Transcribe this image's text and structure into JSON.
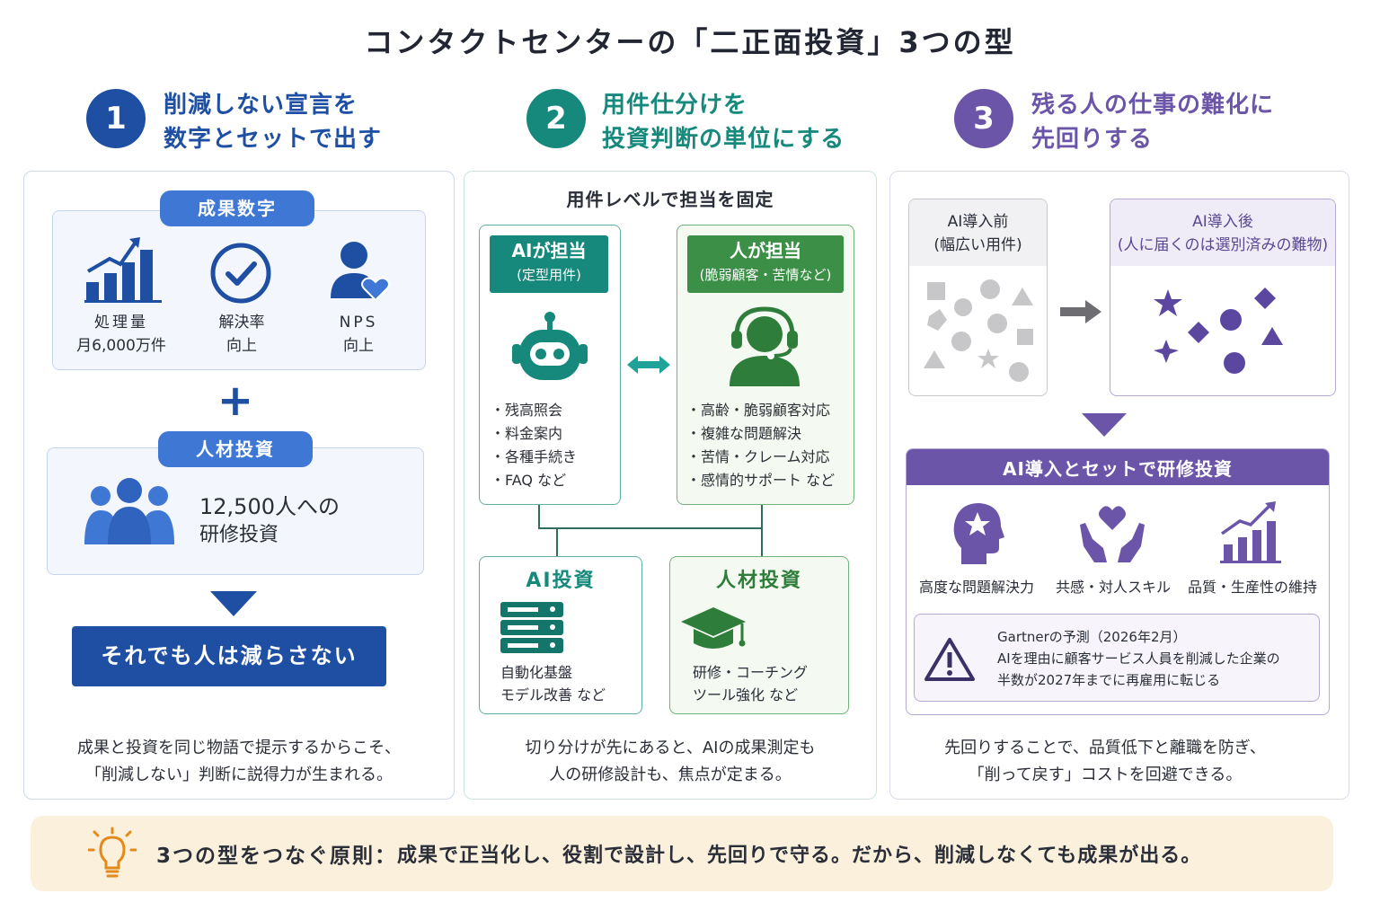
{
  "title": "コンタクトセンターの「二正面投資」3つの型",
  "col1": {
    "num": "1",
    "heading": [
      "削減しない宣言を",
      "数字とセットで出す"
    ],
    "results_label": "成果数字",
    "metrics": [
      {
        "l1": "処理量",
        "l2": "月6,000万件"
      },
      {
        "l1": "解決率",
        "l2": "向上"
      },
      {
        "l1": "NPS",
        "l2": "向上"
      }
    ],
    "plus": "+",
    "invest_label": "人材投資",
    "invest_text": [
      "12,500人への",
      "研修投資"
    ],
    "conclusion": "それでも人は減らさない",
    "caption": [
      "成果と投資を同じ物語で提示するからこそ、",
      "「削減しない」判断に説得力が生まれる。"
    ]
  },
  "col2": {
    "num": "2",
    "heading": [
      "用件仕分けを",
      "投資判断の単位にする"
    ],
    "subtitle": "用件レベルで担当を固定",
    "ai_title": "AIが担当",
    "ai_sub": "(定型用件)",
    "ai_items": [
      "残高照会",
      "料金案内",
      "各種手続き",
      "FAQ など"
    ],
    "human_title": "人が担当",
    "human_sub": "(脆弱顧客・苦情など)",
    "human_items": [
      "高齢・脆弱顧客対応",
      "複雑な問題解決",
      "苦情・クレーム対応",
      "感情的サポート など"
    ],
    "ai_invest_title": "AI投資",
    "ai_invest_text": [
      "自動化基盤",
      "モデル改善 など"
    ],
    "human_invest_title": "人材投資",
    "human_invest_text": [
      "研修・コーチング",
      "ツール強化 など"
    ],
    "caption": [
      "切り分けが先にあると、AIの成果測定も",
      "人の研修設計も、焦点が定まる。"
    ]
  },
  "col3": {
    "num": "3",
    "heading": [
      "残る人の仕事の難化に",
      "先回りする"
    ],
    "before_title": [
      "AI導入前",
      "(幅広い用件)"
    ],
    "after_title": [
      "AI導入後",
      "(人に届くのは選別済みの難物)"
    ],
    "training_title": "AI導入とセットで研修投資",
    "skills": [
      "高度な問題解決力",
      "共感・対人スキル",
      "品質・生産性の維持"
    ],
    "note": [
      "Gartnerの予測（2026年2月）",
      "AIを理由に顧客サービス人員を削減した企業の",
      "半数が2027年までに再雇用に転じる"
    ],
    "caption": [
      "先回りすることで、品質低下と離職を防ぎ、",
      "「削って戻す」コストを回避できる。"
    ]
  },
  "footer": {
    "lead": "3つの型をつなぐ原則：",
    "text": "成果で正当化し、役割で設計し、先回りで守る。だから、削減しなくても成果が出る。"
  },
  "colors": {
    "blue": "#1e4fa3",
    "teal": "#16897c",
    "green": "#2e7d3a",
    "purple": "#6b55a8",
    "footer_bg": "#fbf0dc"
  }
}
